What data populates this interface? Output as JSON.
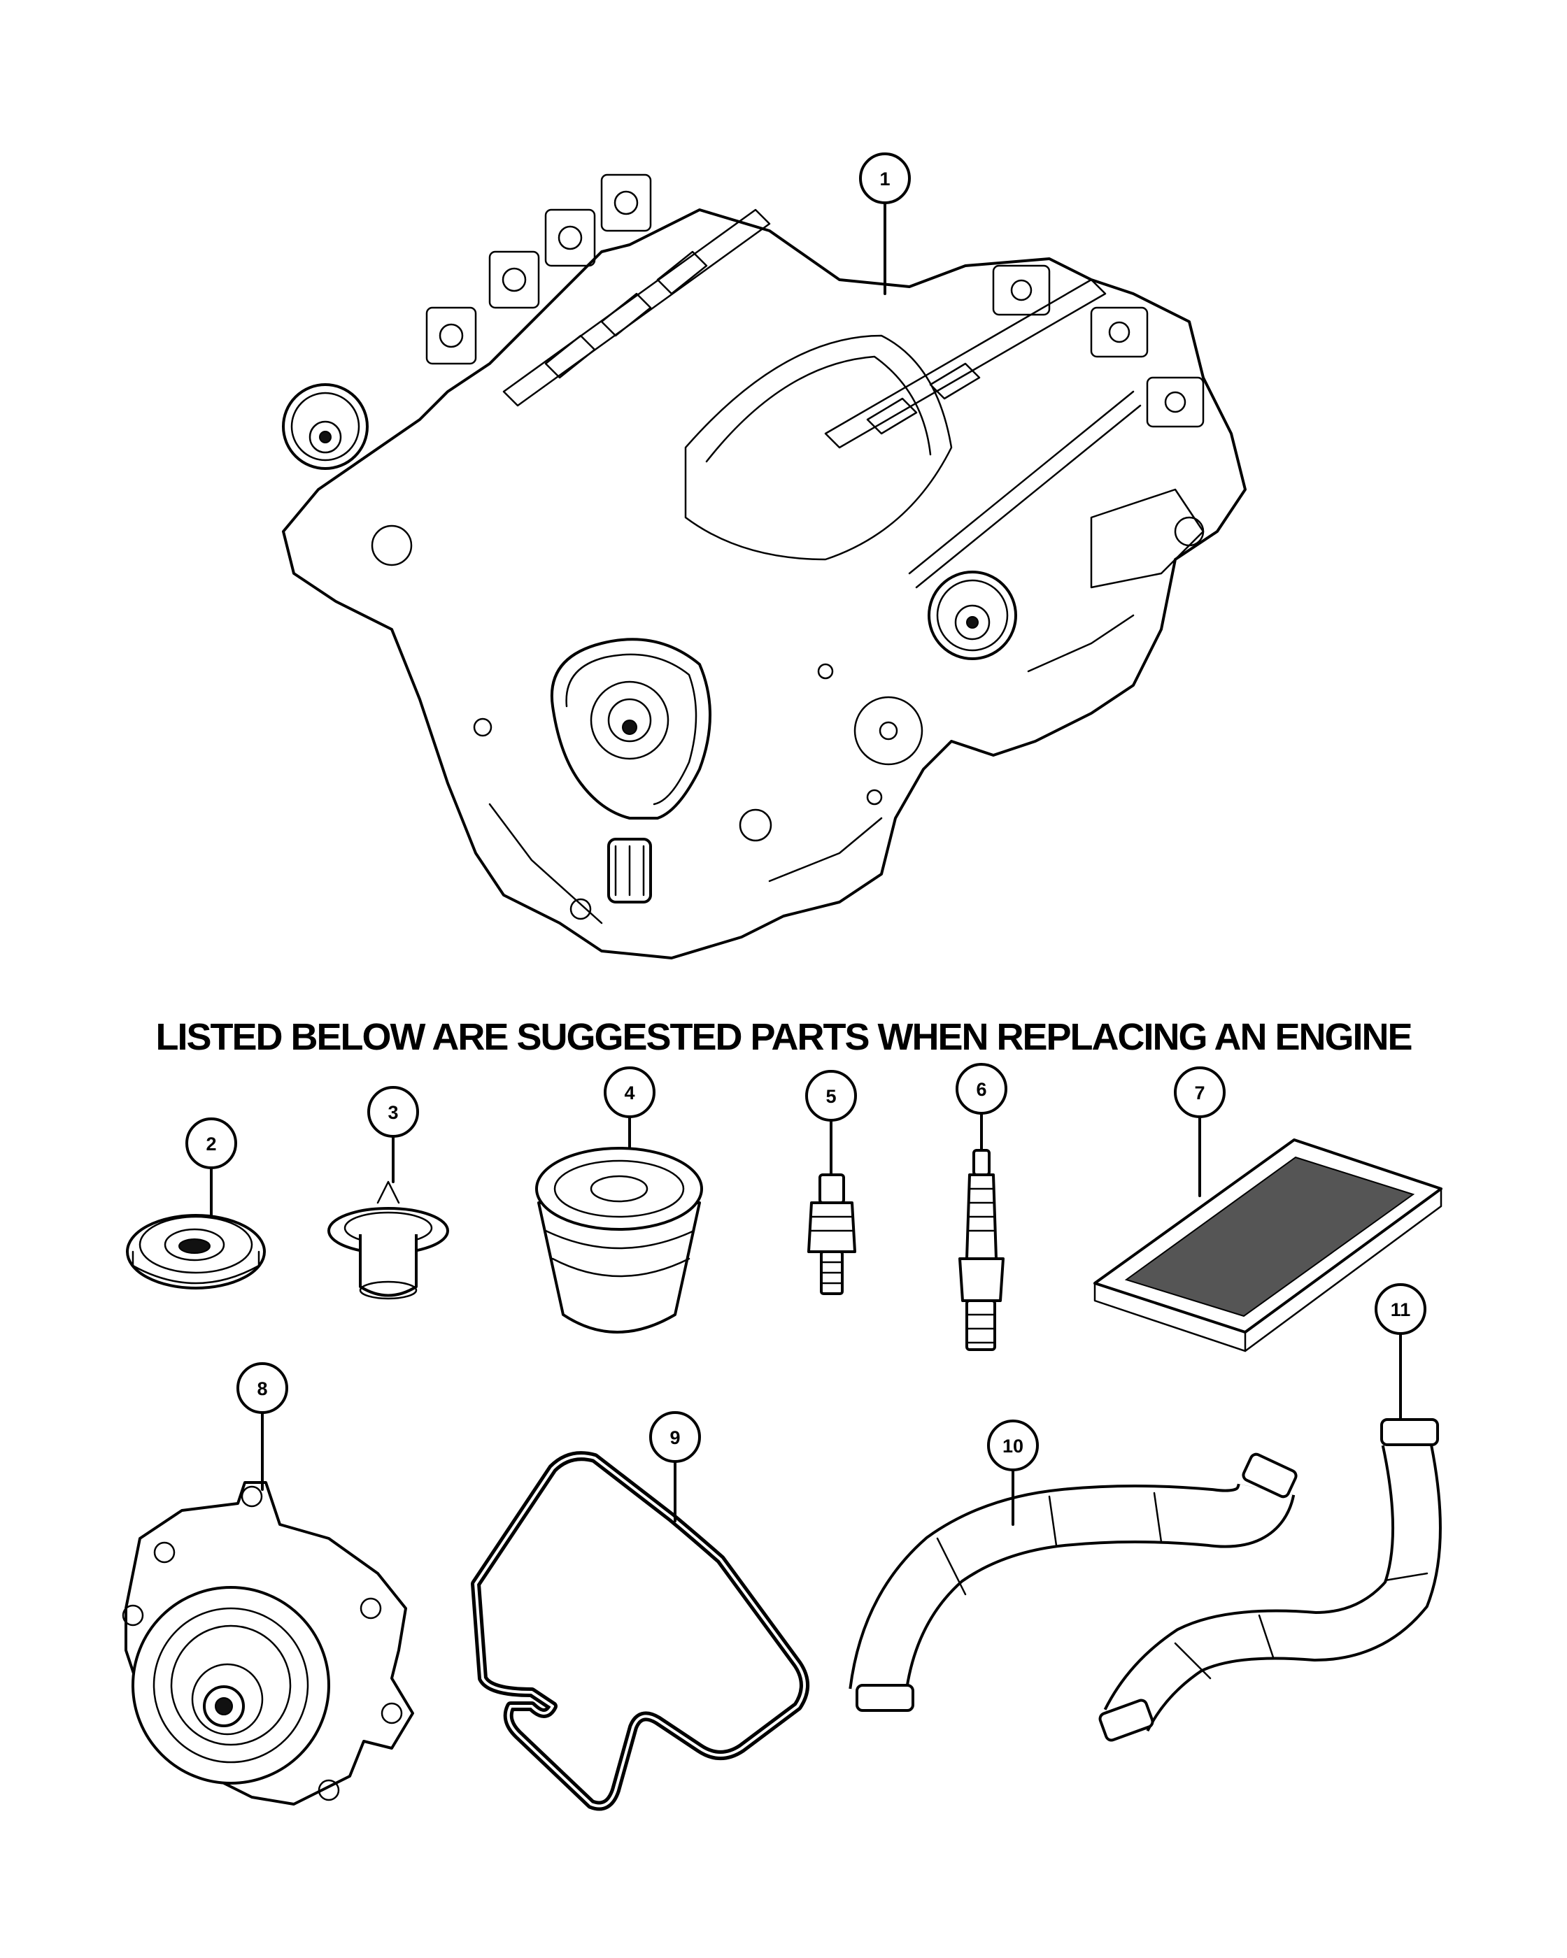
{
  "heading": "LISTED BELOW ARE SUGGESTED PARTS WHEN REPLACING AN ENGINE",
  "callouts": [
    "1",
    "2",
    "3",
    "4",
    "5",
    "6",
    "7",
    "8",
    "9",
    "10",
    "11"
  ]
}
